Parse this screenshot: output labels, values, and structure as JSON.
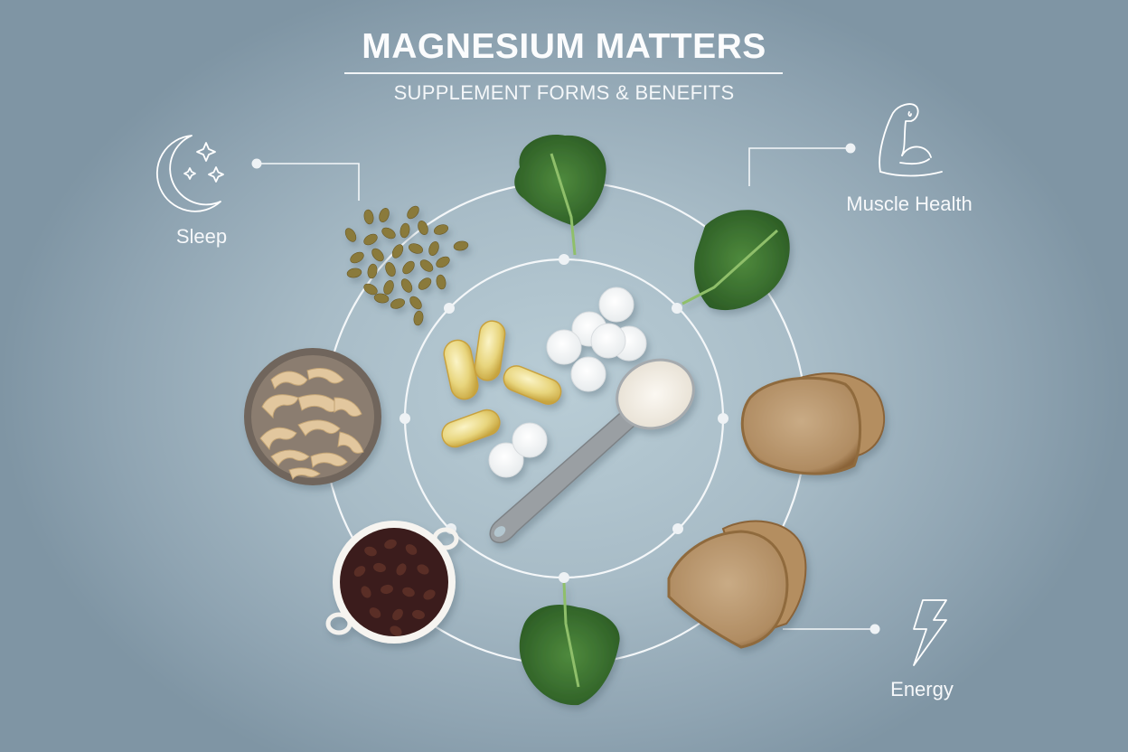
{
  "header": {
    "title": "MAGNESIUM MATTERS",
    "subtitle": "SUPPLEMENT FORMS & BENEFITS"
  },
  "benefits": [
    {
      "label": "Sleep",
      "icon": "moon-stars-icon",
      "position": "top-left"
    },
    {
      "label": "Muscle Health",
      "icon": "flexed-arm-icon",
      "position": "top-right"
    },
    {
      "label": "Energy",
      "icon": "lightning-bolt-icon",
      "position": "bottom-right"
    }
  ],
  "center": {
    "items": [
      "softgel capsules",
      "white tablets",
      "measuring spoon with powder"
    ]
  },
  "foods": [
    {
      "name": "pumpkin seeds",
      "position": "upper-left"
    },
    {
      "name": "kale leaf",
      "position": "top"
    },
    {
      "name": "kale leaf",
      "position": "upper-right"
    },
    {
      "name": "cashews in bowl",
      "position": "left"
    },
    {
      "name": "whole grain bread slices",
      "position": "right"
    },
    {
      "name": "black beans in bowl",
      "position": "lower-left"
    },
    {
      "name": "kale leaf",
      "position": "bottom"
    },
    {
      "name": "whole grain bread slices",
      "position": "lower-right"
    }
  ],
  "colors": {
    "background_center": "#b9cdd6",
    "background_edge": "#7f95a4",
    "lines": "#ffffff"
  }
}
